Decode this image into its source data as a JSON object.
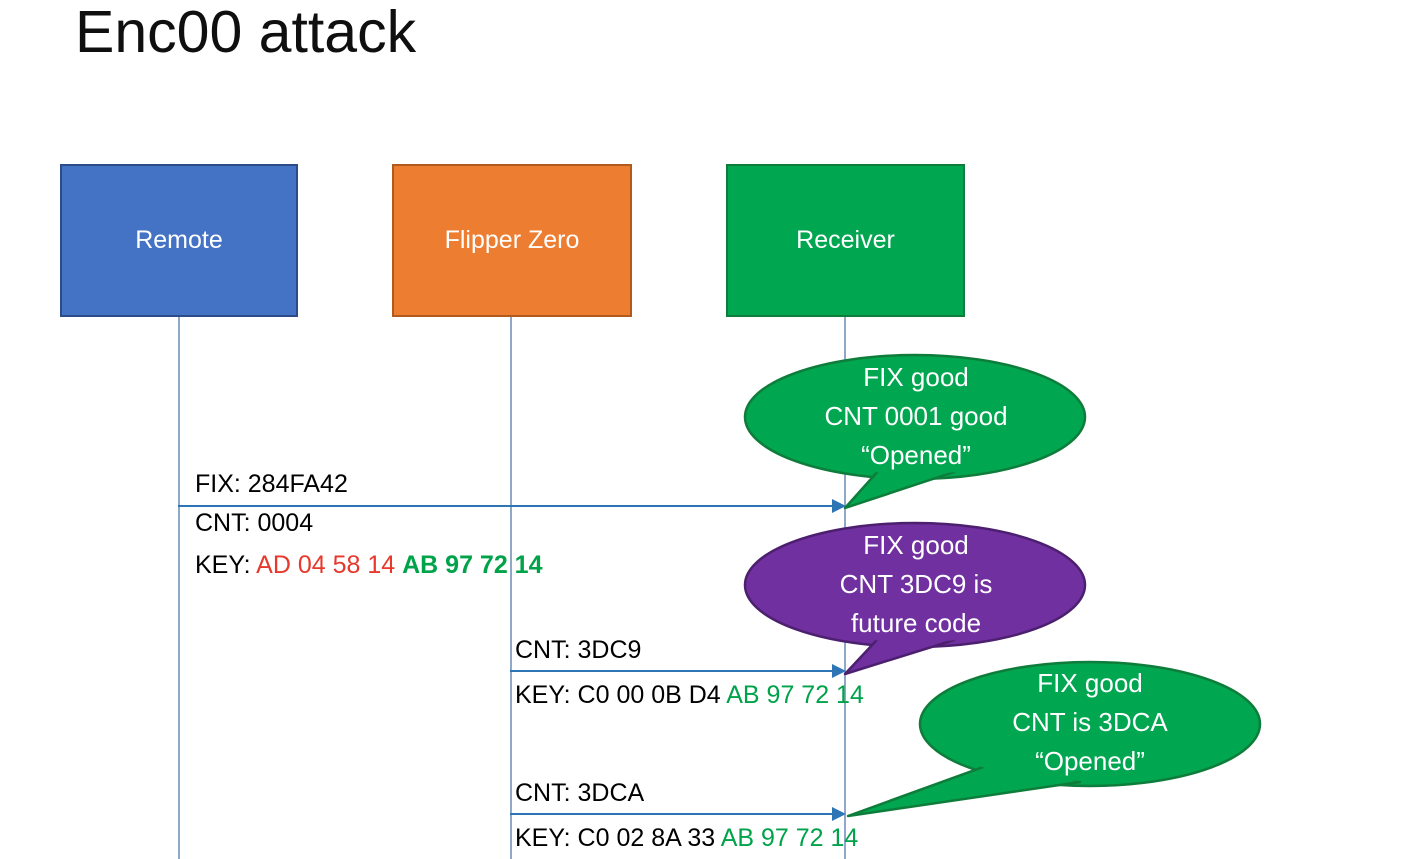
{
  "title": "Enc00 attack",
  "colors": {
    "remote_box": "#4472C4",
    "flipper_box": "#ED7D31",
    "receiver_box": "#00A650",
    "arrow": "#2E75B6",
    "lifeline": "#8FA8C8",
    "key_red_text": "#E8372B",
    "key_green_text": "#00A24A",
    "bubble_green": "#00A650",
    "bubble_purple": "#7030A0"
  },
  "actors": [
    {
      "label": "Remote"
    },
    {
      "label": "Flipper Zero"
    },
    {
      "label": "Receiver"
    }
  ],
  "messages": [
    {
      "from": "Remote",
      "to": "Receiver",
      "fix": "FIX: 284FA42",
      "cnt": "CNT: 0004",
      "key_prefix": "KEY: ",
      "key_red": "AD 04 58 14 ",
      "key_green": "AB 97 72 14"
    },
    {
      "from": "Flipper Zero",
      "to": "Receiver",
      "cnt": "CNT: 3DC9",
      "key_prefix": "KEY: C0 00 0B D4 ",
      "key_green": "AB 97 72 14"
    },
    {
      "from": "Flipper Zero",
      "to": "Receiver",
      "cnt": "CNT: 3DCA",
      "key_prefix": "KEY: C0 02 8A 33 ",
      "key_green": "AB 97 72 14"
    }
  ],
  "bubbles": [
    {
      "color": "#00A650",
      "lines": [
        "FIX good",
        "CNT 0001 good",
        "“Opened”"
      ]
    },
    {
      "color": "#7030A0",
      "lines": [
        "FIX good",
        "CNT 3DC9 is",
        "future code"
      ]
    },
    {
      "color": "#00A650",
      "lines": [
        "FIX good",
        "CNT is 3DCA",
        "“Opened”"
      ]
    }
  ]
}
